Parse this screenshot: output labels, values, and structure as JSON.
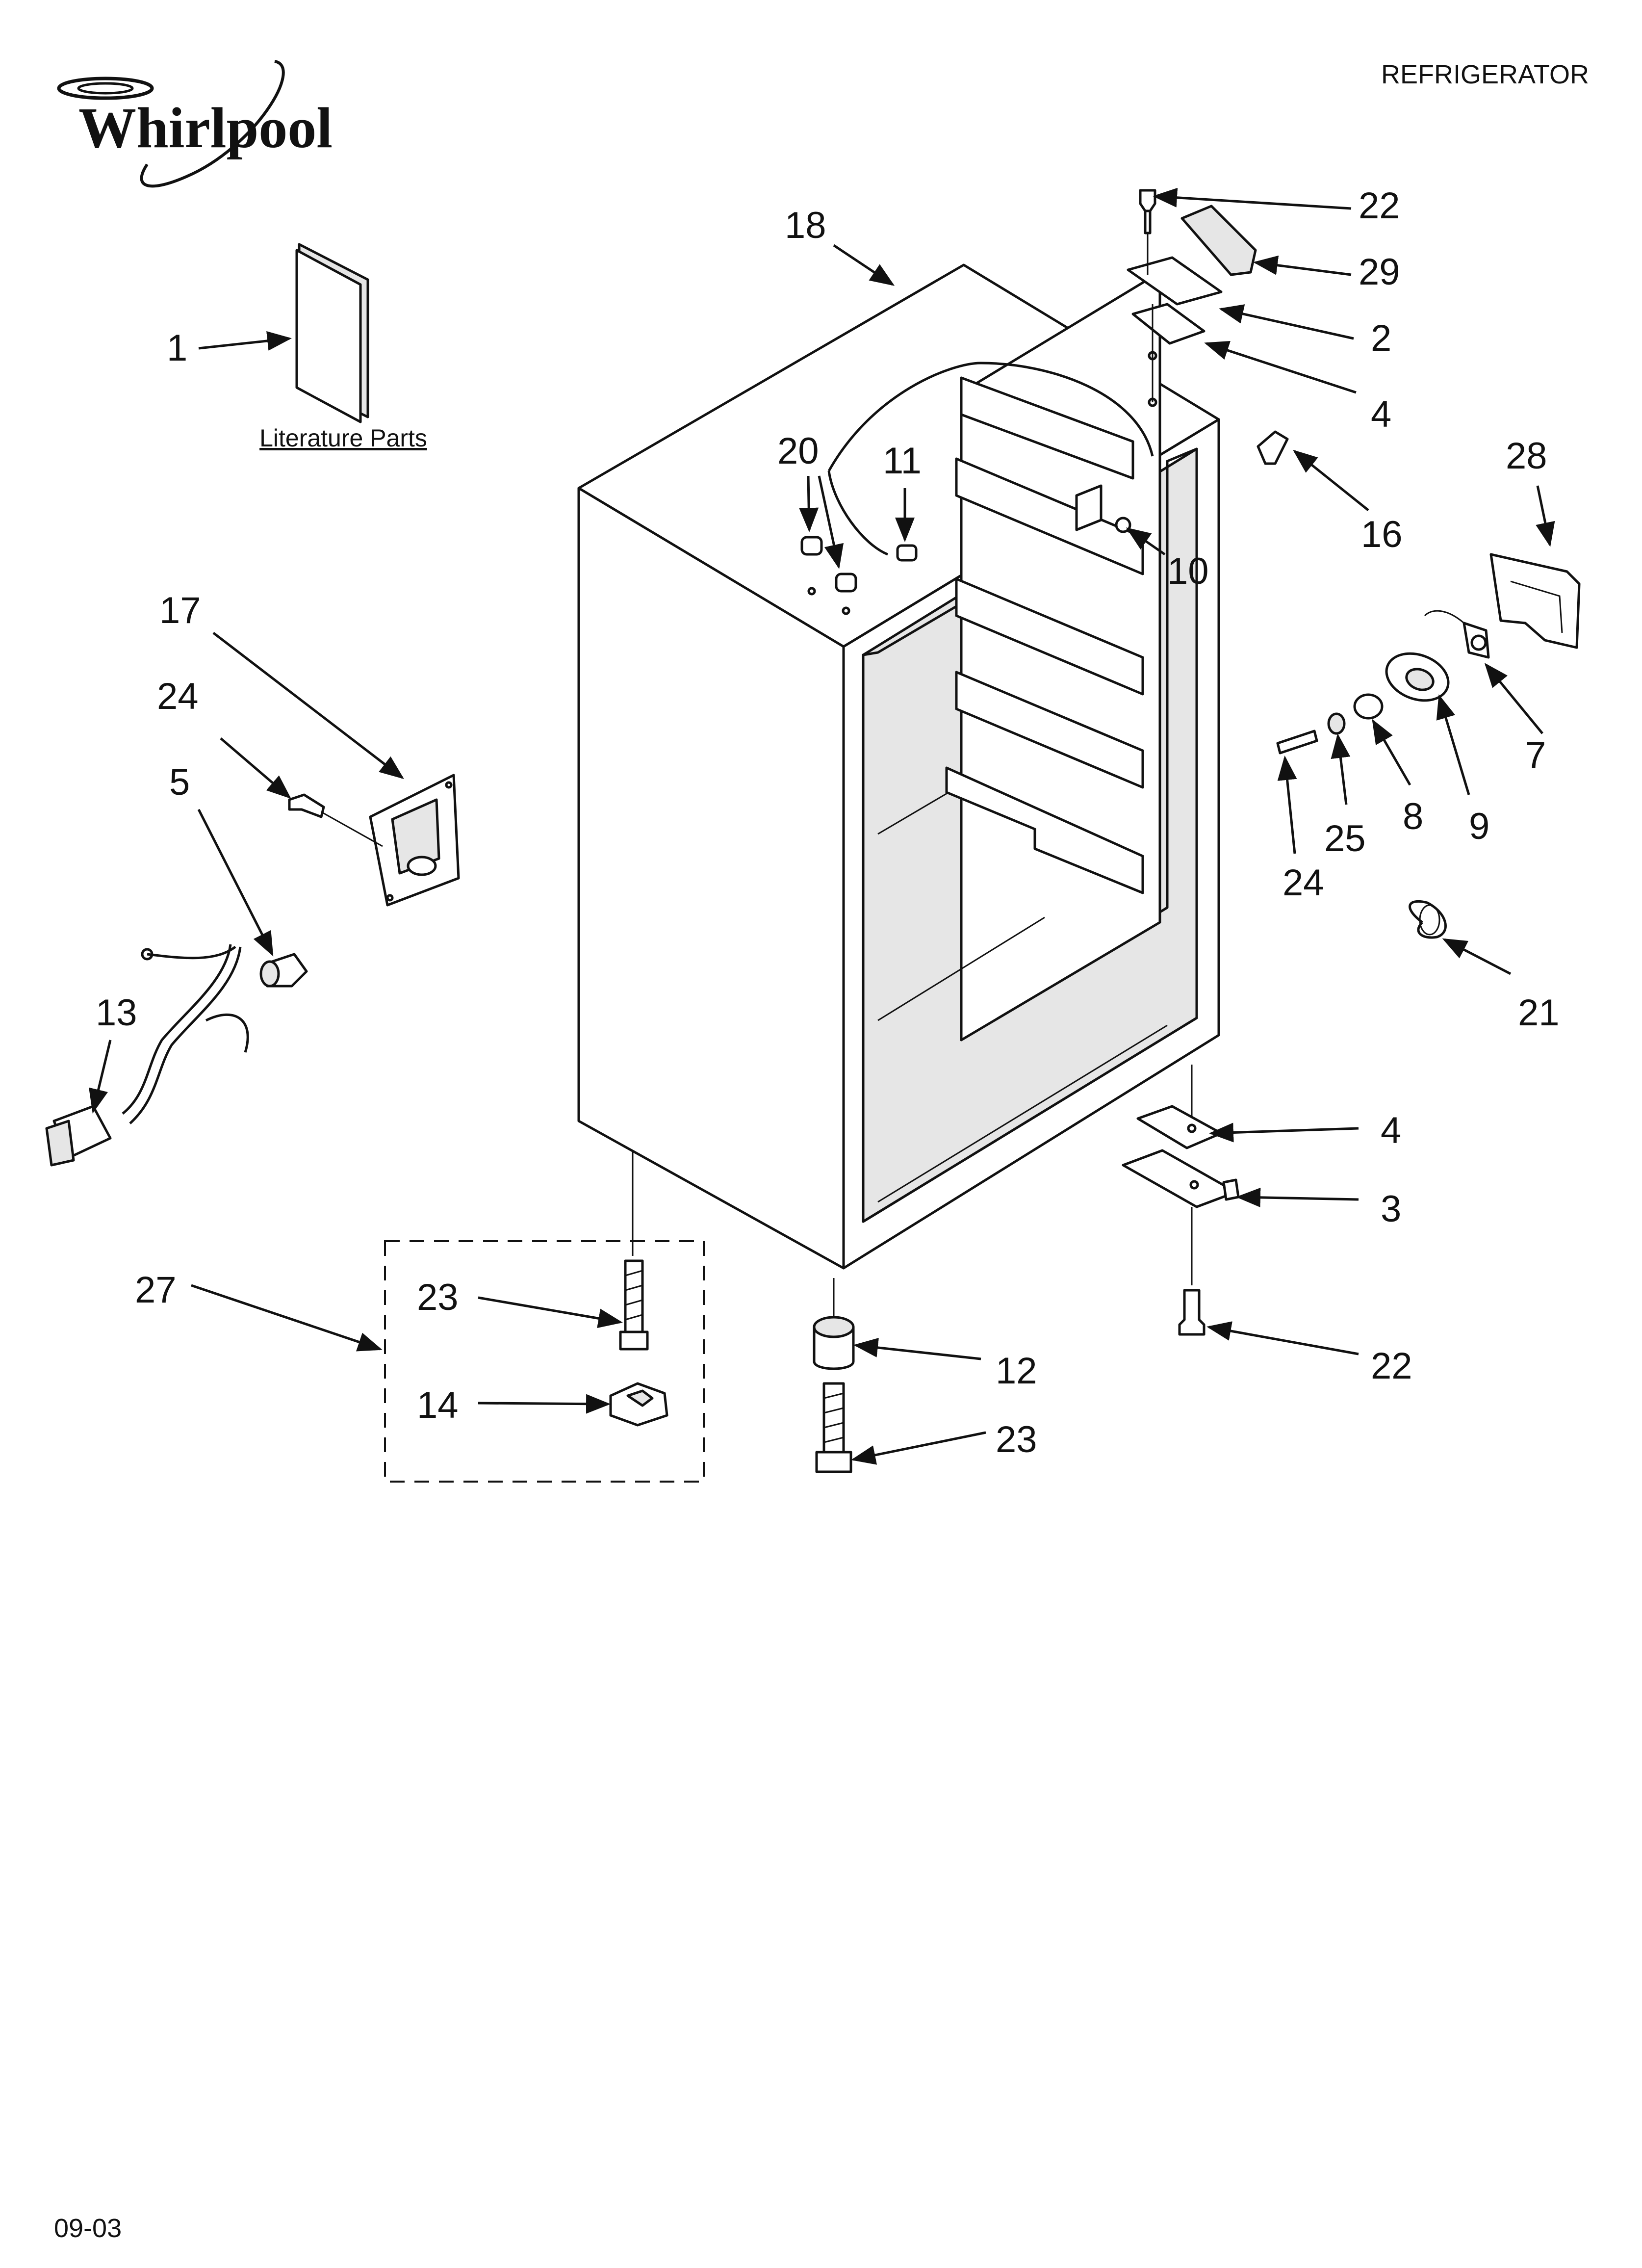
{
  "header": {
    "brand": "Whirlpool",
    "section_title": "REFRIGERATOR"
  },
  "literature": {
    "label": "Literature Parts"
  },
  "footer": {
    "date_code": "09-03"
  },
  "callouts": {
    "c1": "1",
    "c18": "18",
    "c22_top": "22",
    "c29": "29",
    "c2": "2",
    "c4_top": "4",
    "c16": "16",
    "c28": "28",
    "c20": "20",
    "c11": "11",
    "c10": "10",
    "c17": "17",
    "c24_left": "24",
    "c5": "5",
    "c13": "13",
    "c7": "7",
    "c9": "9",
    "c8": "8",
    "c25": "25",
    "c24_right": "24",
    "c21": "21",
    "c4_bottom": "4",
    "c3": "3",
    "c27": "27",
    "c23_kit": "23",
    "c14": "14",
    "c12": "12",
    "c23_bottom": "23",
    "c22_bottom": "22"
  }
}
